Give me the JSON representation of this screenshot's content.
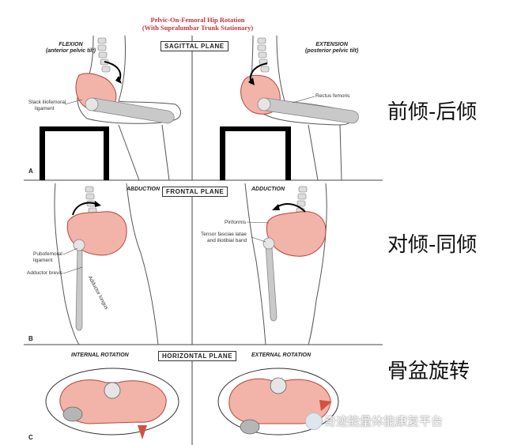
{
  "header": {
    "title_line1": "Pelvic-On-Femoral Hip Rotation",
    "title_line2": "(With Supralumbar Trunk Stationary)"
  },
  "panel_a": {
    "letter": "A",
    "plane": "SAGITTAL PLANE",
    "left_caption_1": "FLEXION",
    "left_caption_2": "(anterior pelvic tilt)",
    "right_caption_1": "EXTENSION",
    "right_caption_2": "(posterior pelvic tilt)",
    "label_left_1": "Slack iliofemoral",
    "label_left_2": "ligament",
    "label_right": "Rectus femoris"
  },
  "panel_b": {
    "letter": "B",
    "plane": "FRONTAL PLANE",
    "left_caption": "ABDUCTION",
    "right_caption": "ADDUCTION",
    "label_pubofemoral_1": "Pubofemoral",
    "label_pubofemoral_2": "ligament",
    "label_adductor_brevis": "Adductor brevis",
    "label_adductor_longus": "Adductor longus",
    "label_piriformis": "Piriformis",
    "label_tensor_1": "Tensor fasciae latae",
    "label_tensor_2": "and iliotibial band"
  },
  "panel_c": {
    "letter": "C",
    "plane": "HORIZONTAL PLANE",
    "left_caption": "INTERNAL ROTATION",
    "right_caption": "EXTERNAL ROTATION"
  },
  "side_labels": {
    "sagittal": "前倾-后倾",
    "frontal": "对倾-同倾",
    "horizontal": "骨盆旋转"
  },
  "watermark": "奇迹能量体能康复平台",
  "colors": {
    "pelvis_fill": "#f2b3a8",
    "pelvis_stroke": "#b8453a",
    "bone_gray": "#c9c9c9",
    "title_red": "#c8323a"
  }
}
